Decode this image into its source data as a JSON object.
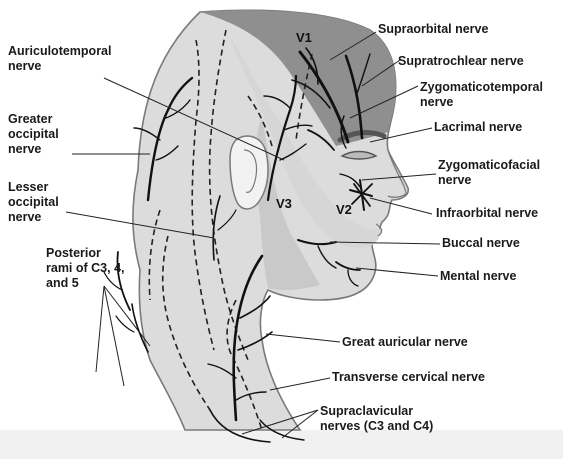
{
  "colors": {
    "v1_zone": "#8f8f8f",
    "v2_zone": "#d6d6d6",
    "v3_zone": "#c9c9c9",
    "skin_lower": "#dcdcdc",
    "outline": "#7a7a7a",
    "nerve": "#111111",
    "dashed": "#222222",
    "bottom_band": "#f1f1f1"
  },
  "divisions": {
    "v1": "V1",
    "v2": "V2",
    "v3": "V3"
  },
  "labels": {
    "supraorbital": "Supraorbital nerve",
    "supratrochlear": "Supratrochlear nerve",
    "zygomaticotemporal": "Zygomaticotemporal\nnerve",
    "lacrimal": "Lacrimal nerve",
    "zygomaticofacial": "Zygomaticofacial\nnerve",
    "infraorbital": "Infraorbital nerve",
    "buccal": "Buccal nerve",
    "mental": "Mental nerve",
    "great_auricular": "Great auricular nerve",
    "transverse_cervical": "Transverse cervical nerve",
    "supraclavicular": "Supraclavicular\nnerves (C3 and C4)",
    "auriculotemporal": "Auriculotemporal\nnerve",
    "greater_occipital": "Greater\noccipital\nnerve",
    "lesser_occipital": "Lesser\noccipital\nnerve",
    "posterior_rami": "Posterior\nrami of C3, 4,\nand 5"
  }
}
